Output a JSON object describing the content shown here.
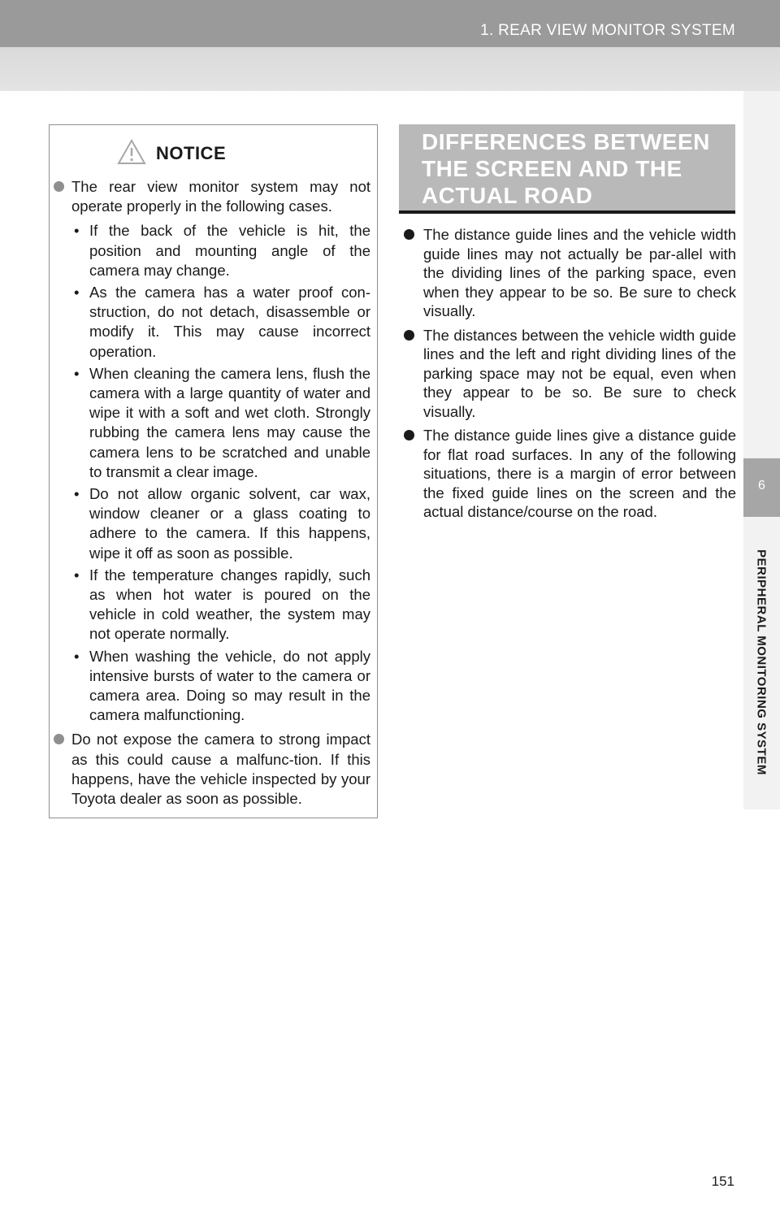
{
  "header": {
    "section_title": "1. REAR VIEW MONITOR SYSTEM"
  },
  "side_tab": {
    "chapter_number": "6",
    "chapter_label": "PERIPHERAL MONITORING SYSTEM"
  },
  "notice": {
    "title": "NOTICE",
    "icon": "warning-triangle-icon",
    "items": [
      {
        "text": "The rear view monitor system may not operate properly in the following cases.",
        "sub_items": [
          "If the back of the vehicle is hit, the position and mounting angle of the camera may change.",
          "As the camera has a water proof con-struction, do not detach, disassemble or modify it. This may cause incorrect operation.",
          "When cleaning the camera lens, flush the camera with a large quantity of water and wipe it with a soft and wet cloth. Strongly rubbing the camera lens may cause the camera lens to be scratched and unable to transmit a clear image.",
          "Do not allow organic solvent, car wax, window cleaner or a glass coating to adhere to the camera. If this happens, wipe it off as soon as possible.",
          "If the temperature changes rapidly, such as when hot water is poured on the vehicle in cold weather, the system may not operate normally.",
          "When washing the vehicle, do not apply intensive bursts of water to the camera or camera area. Doing so may result in the camera malfunctioning."
        ]
      },
      {
        "text": "Do not expose the camera to strong impact as this could cause a malfunc-tion. If this happens, have the vehicle inspected by your Toyota dealer as soon as possible."
      }
    ],
    "sub_bullet": "•"
  },
  "differences": {
    "heading": "DIFFERENCES BETWEEN THE SCREEN AND THE ACTUAL ROAD",
    "items": [
      "The distance guide lines and the vehicle width guide lines may not actually be par-allel with the dividing lines of the parking space, even when they appear to be so. Be sure to check visually.",
      "The distances between the vehicle width guide lines and the left and right dividing lines of the parking space may not be equal, even when they appear to be so. Be sure to check visually.",
      "The distance guide lines give a distance guide for flat road surfaces. In any of the following situations, there is a margin of error between the fixed guide lines on the screen and the actual distance/course on the road."
    ]
  },
  "page": {
    "number": "151"
  },
  "colors": {
    "header_dark": "#9a9a9a",
    "header_light": "#e4e4e4",
    "heading_bg": "#b9b9b9",
    "notice_bullet": "#8f8f8f",
    "text": "#1a1a1a"
  }
}
